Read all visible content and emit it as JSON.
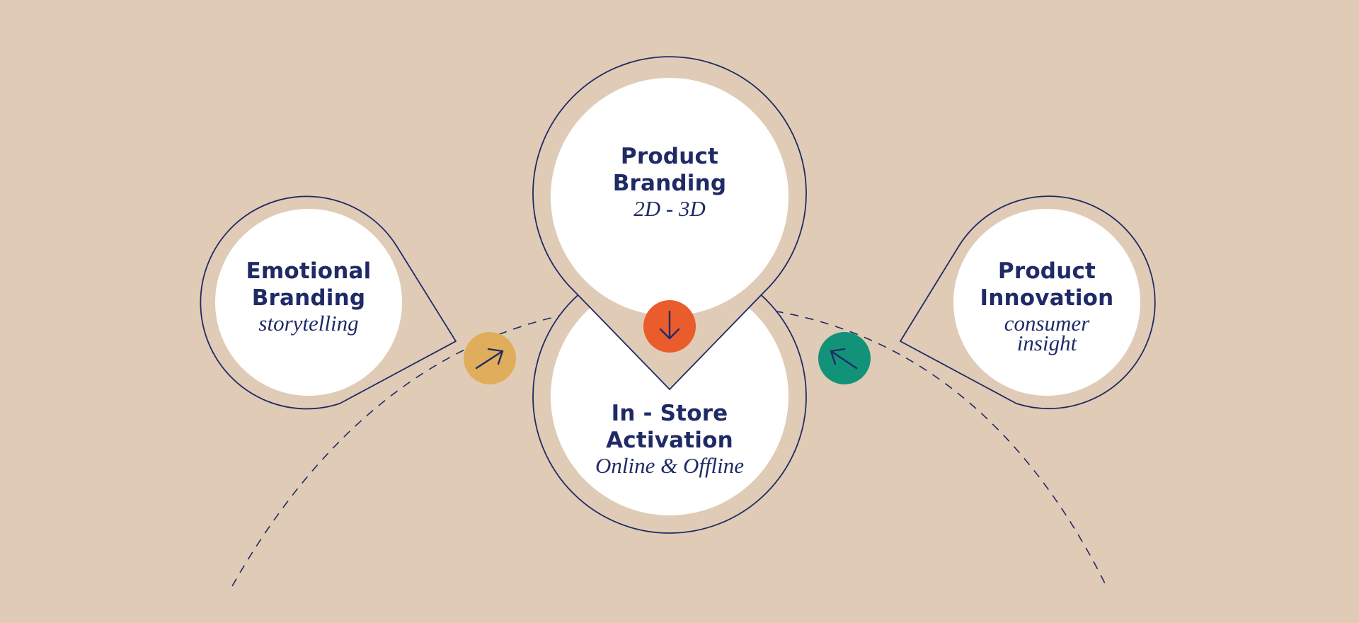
{
  "colors": {
    "background": "#e0cbb7",
    "circle_fill": "#ffffff",
    "outline": "#1f2a66",
    "text": "#1f2a66",
    "arrow_right_badge": "#e0ad5a",
    "arrow_down_badge": "#ea5c2c",
    "arrow_left_badge": "#129379"
  },
  "nodes": {
    "emotional_branding": {
      "title_line1": "Emotional",
      "title_line2": "Branding",
      "subtitle_line1": "storytelling"
    },
    "product_branding": {
      "title_line1": "Product",
      "title_line2": "Branding",
      "subtitle_line1": "2D - 3D"
    },
    "in_store_activation": {
      "title_line1": "In - Store",
      "title_line2": "Activation",
      "subtitle_line1": "Online & Offline"
    },
    "product_innovation": {
      "title_line1": "Product",
      "title_line2": "Innovation",
      "subtitle_line1": "consumer",
      "subtitle_line2": "insight"
    }
  },
  "badges": {
    "left": {
      "icon": "arrow-right-icon"
    },
    "center": {
      "icon": "arrow-down-icon"
    },
    "right": {
      "icon": "arrow-left-icon"
    }
  }
}
